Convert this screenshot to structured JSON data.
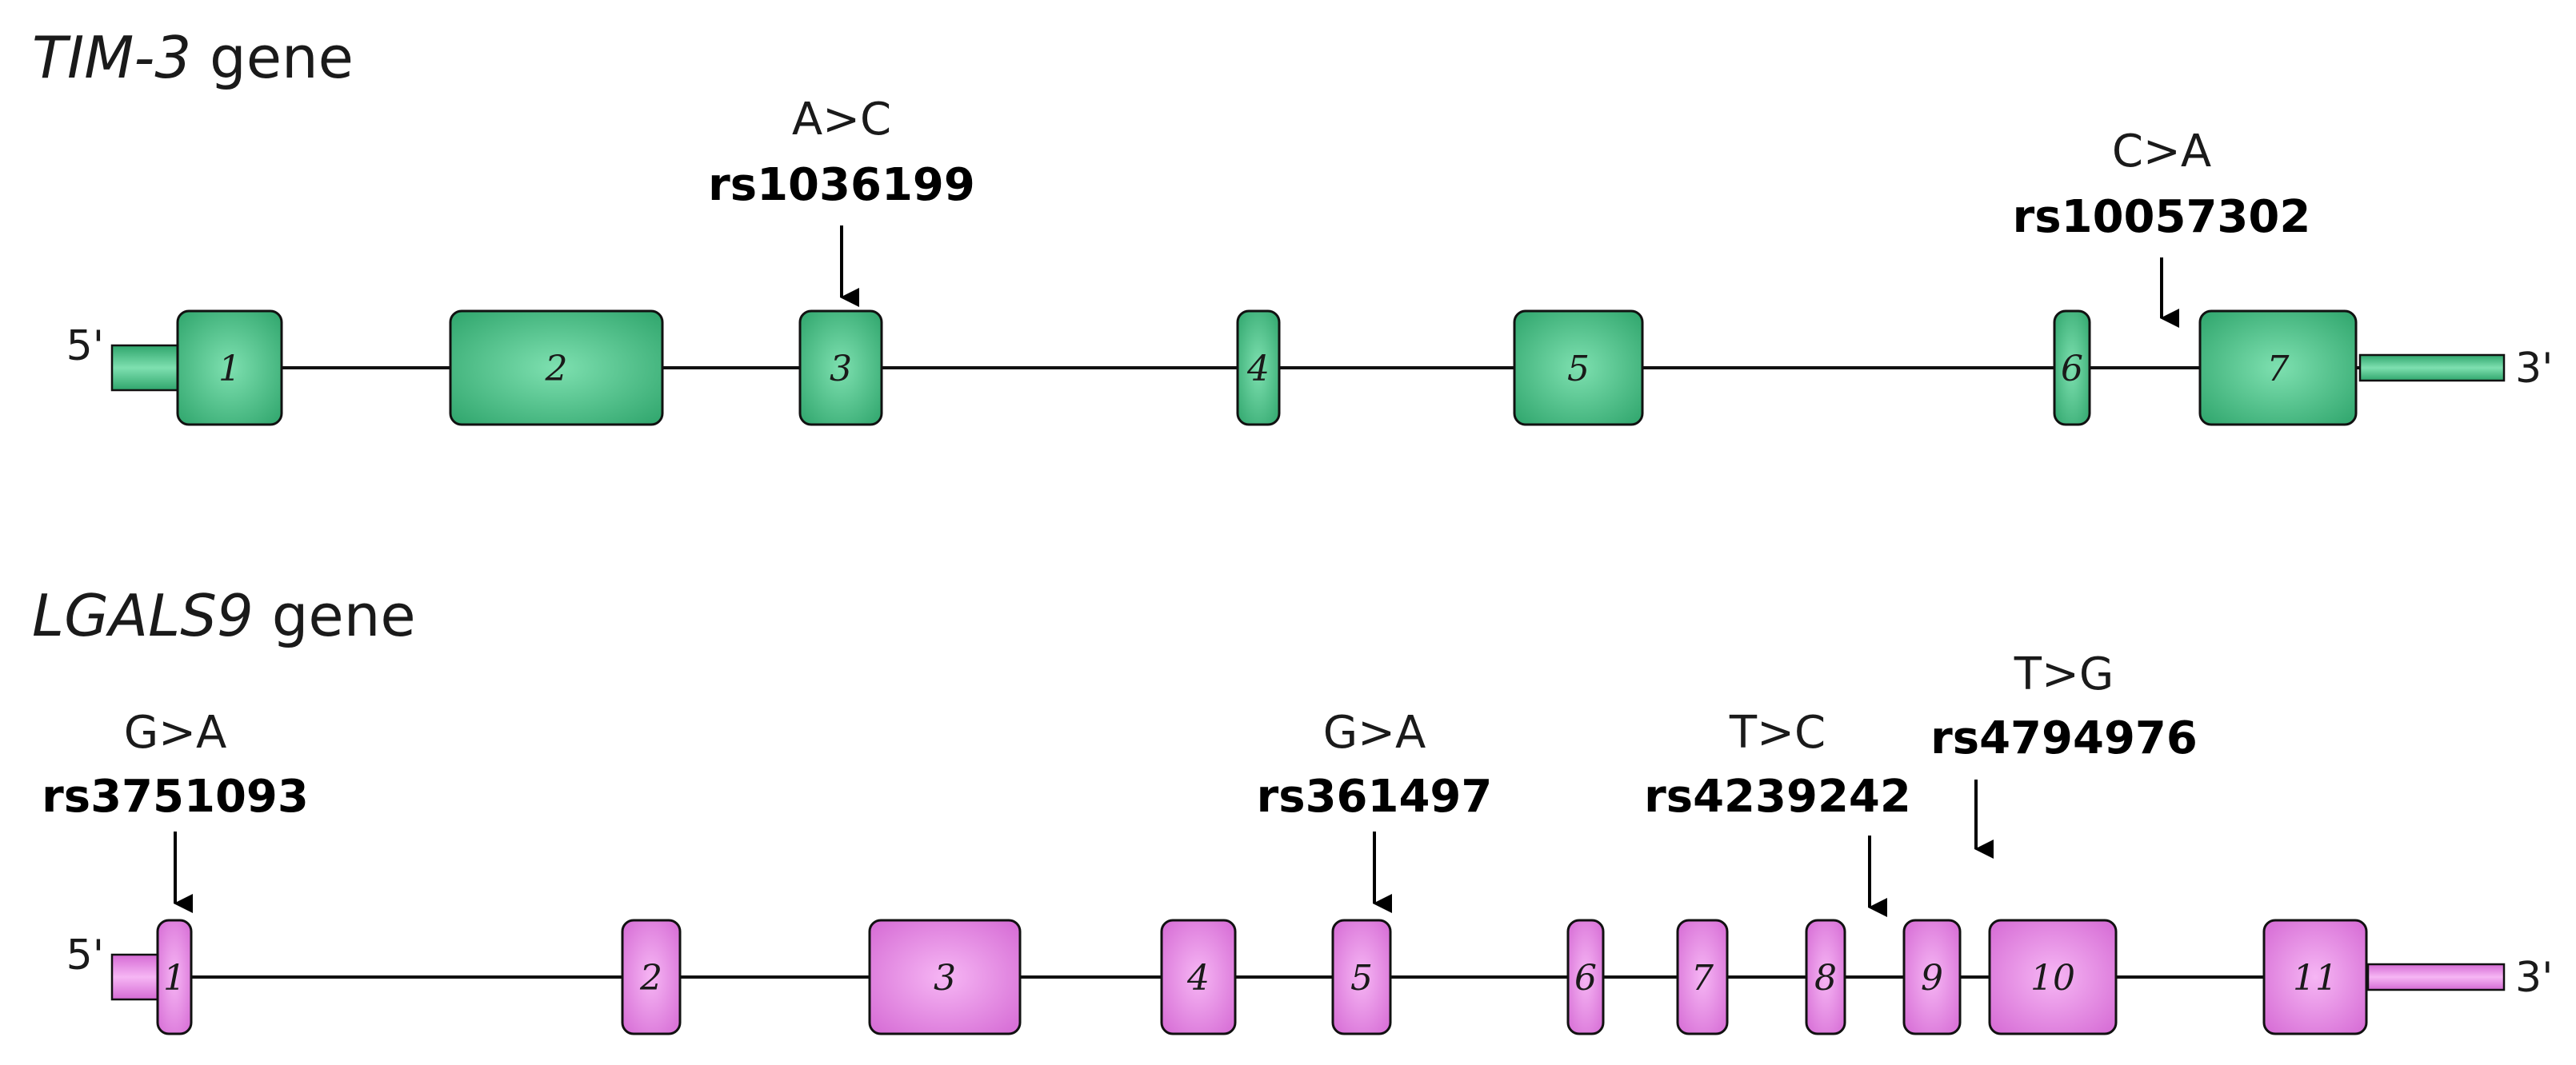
{
  "genes": [
    {
      "name": "TIM-3",
      "suffix": "gene",
      "five_prime": "5'",
      "three_prime": "3'",
      "color_light": "#7ee0b0",
      "color_dark": "#2fa56c",
      "exons": [
        "1",
        "2",
        "3",
        "4",
        "5",
        "6",
        "7"
      ],
      "snps": [
        {
          "allele": "A>C",
          "rsid": "rs1036199"
        },
        {
          "allele": "C>A",
          "rsid": "rs10057302"
        }
      ]
    },
    {
      "name": "LGALS9",
      "suffix": "gene",
      "five_prime": "5'",
      "three_prime": "3'",
      "color_light": "#f6b6f4",
      "color_dark": "#d56ad4",
      "exons": [
        "1",
        "2",
        "3",
        "4",
        "5",
        "6",
        "7",
        "8",
        "9",
        "10",
        "11"
      ],
      "snps": [
        {
          "allele": "G>A",
          "rsid": "rs3751093"
        },
        {
          "allele": "G>A",
          "rsid": "rs361497"
        },
        {
          "allele": "T>C",
          "rsid": "rs4239242"
        },
        {
          "allele": "T>G",
          "rsid": "rs4794976"
        }
      ]
    }
  ]
}
